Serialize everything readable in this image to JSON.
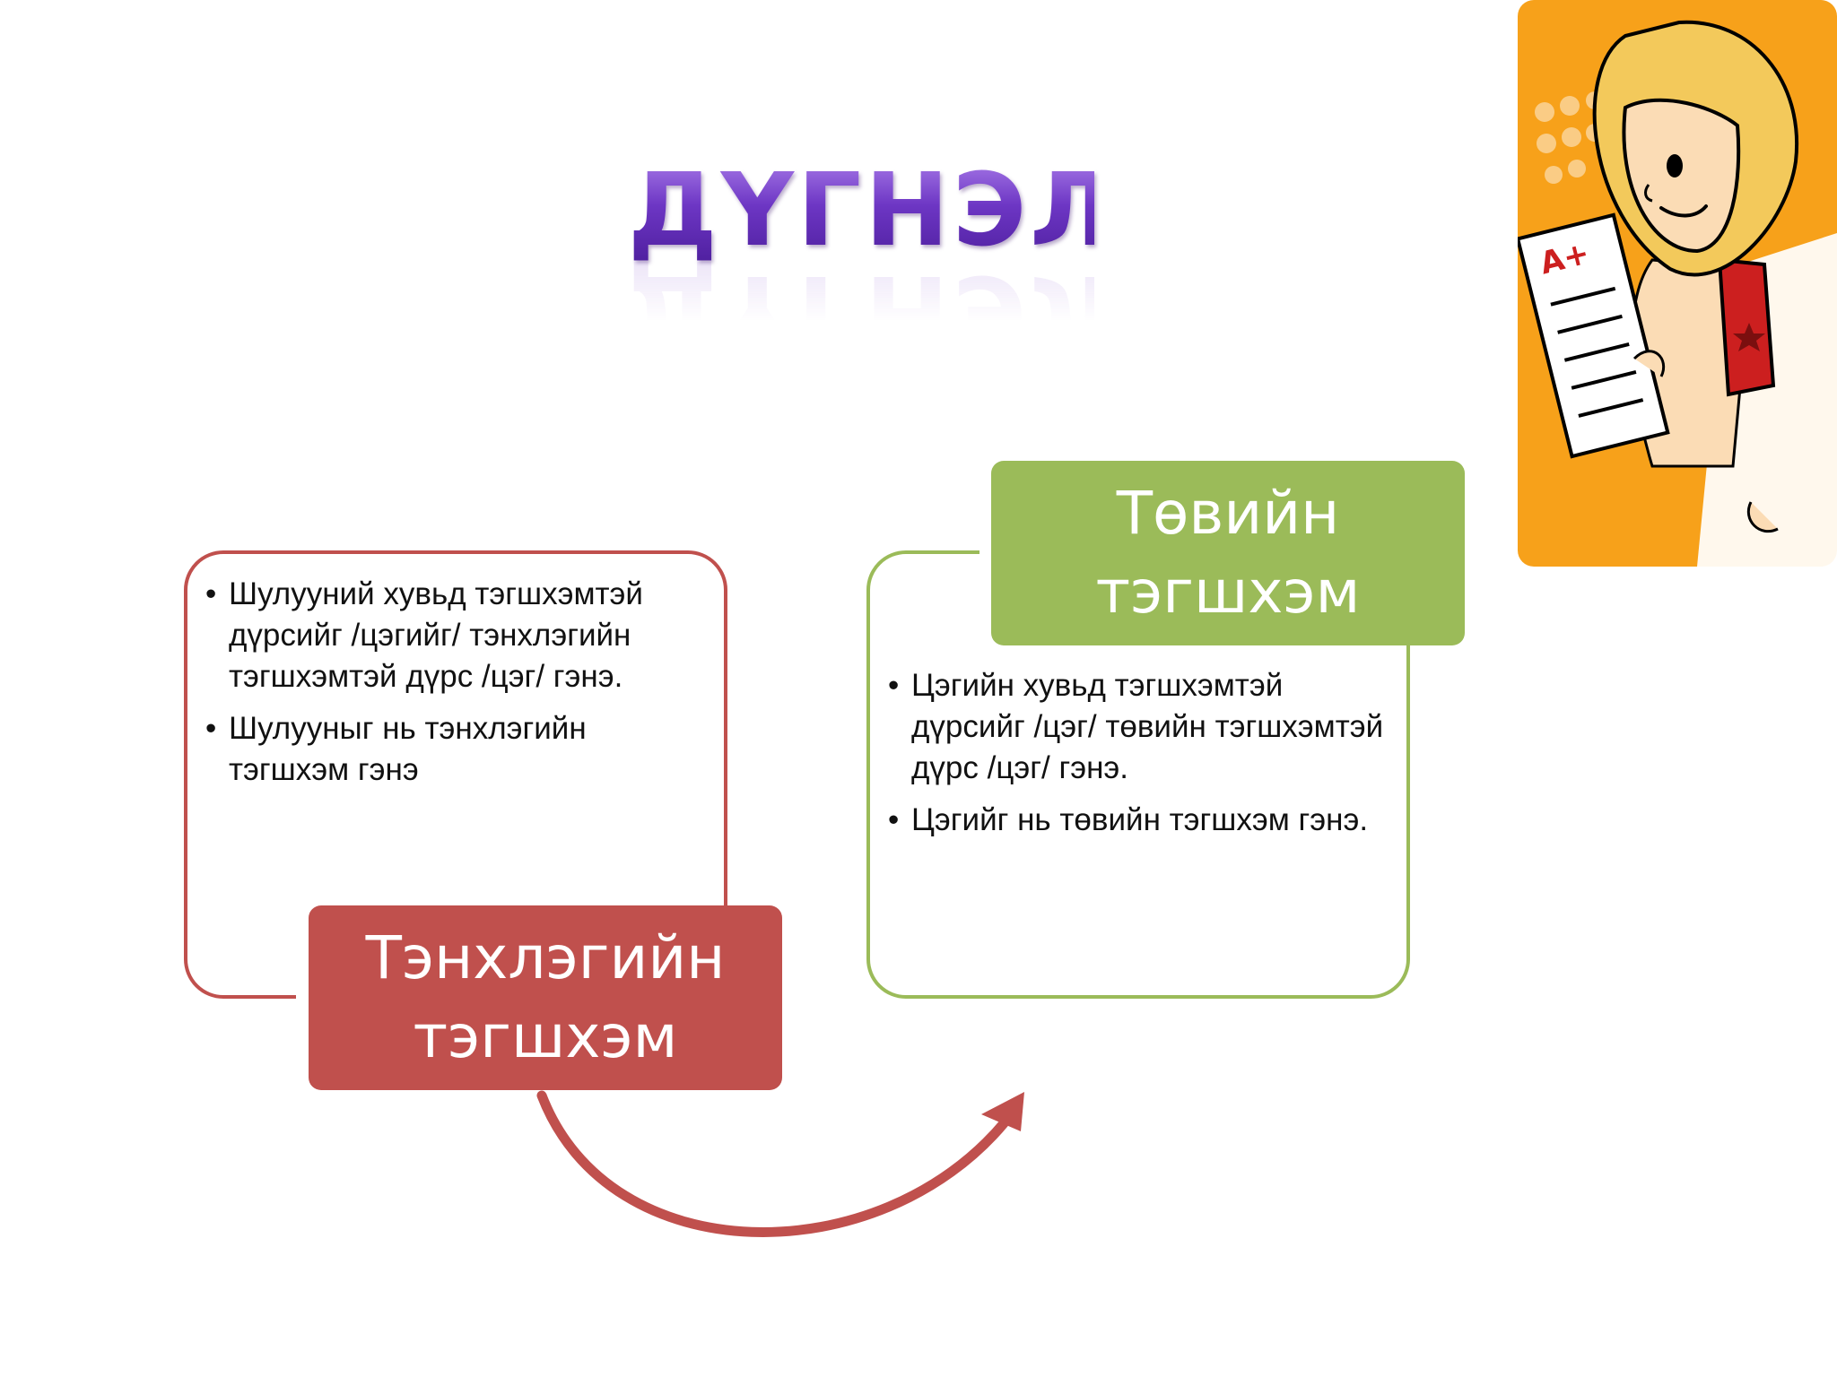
{
  "title": "ДҮГНЭЛТ",
  "left_panel": {
    "label": "Тэнхлэгийн тэгшхэм",
    "bullets": [
      "Шулууний хувьд тэгшхэмтэй дүрсийг /цэгийг/ тэнхлэгийн тэгшхэмтэй дүрс /цэг/ гэнэ.",
      "Шулууныг нь тэнхлэгийн тэгшхэм гэнэ"
    ],
    "color": "#c0504d"
  },
  "right_panel": {
    "label": "Төвийн тэгшхэм",
    "bullets": [
      "Цэгийн хувьд тэгшхэмтэй дүрсийг /цэг/ төвийн тэгшхэмтэй дүрс /цэг/ гэнэ.",
      "Цэгийг нь төвийн тэгшхэм гэнэ."
    ],
    "color": "#9bbb59"
  },
  "clipart": {
    "icon": "teacher-with-graded-paper-icon",
    "paper_grade": "A+",
    "background_color": "#f7a11a"
  },
  "arrow_color": "#c0504d",
  "bullet_glyph": "•"
}
